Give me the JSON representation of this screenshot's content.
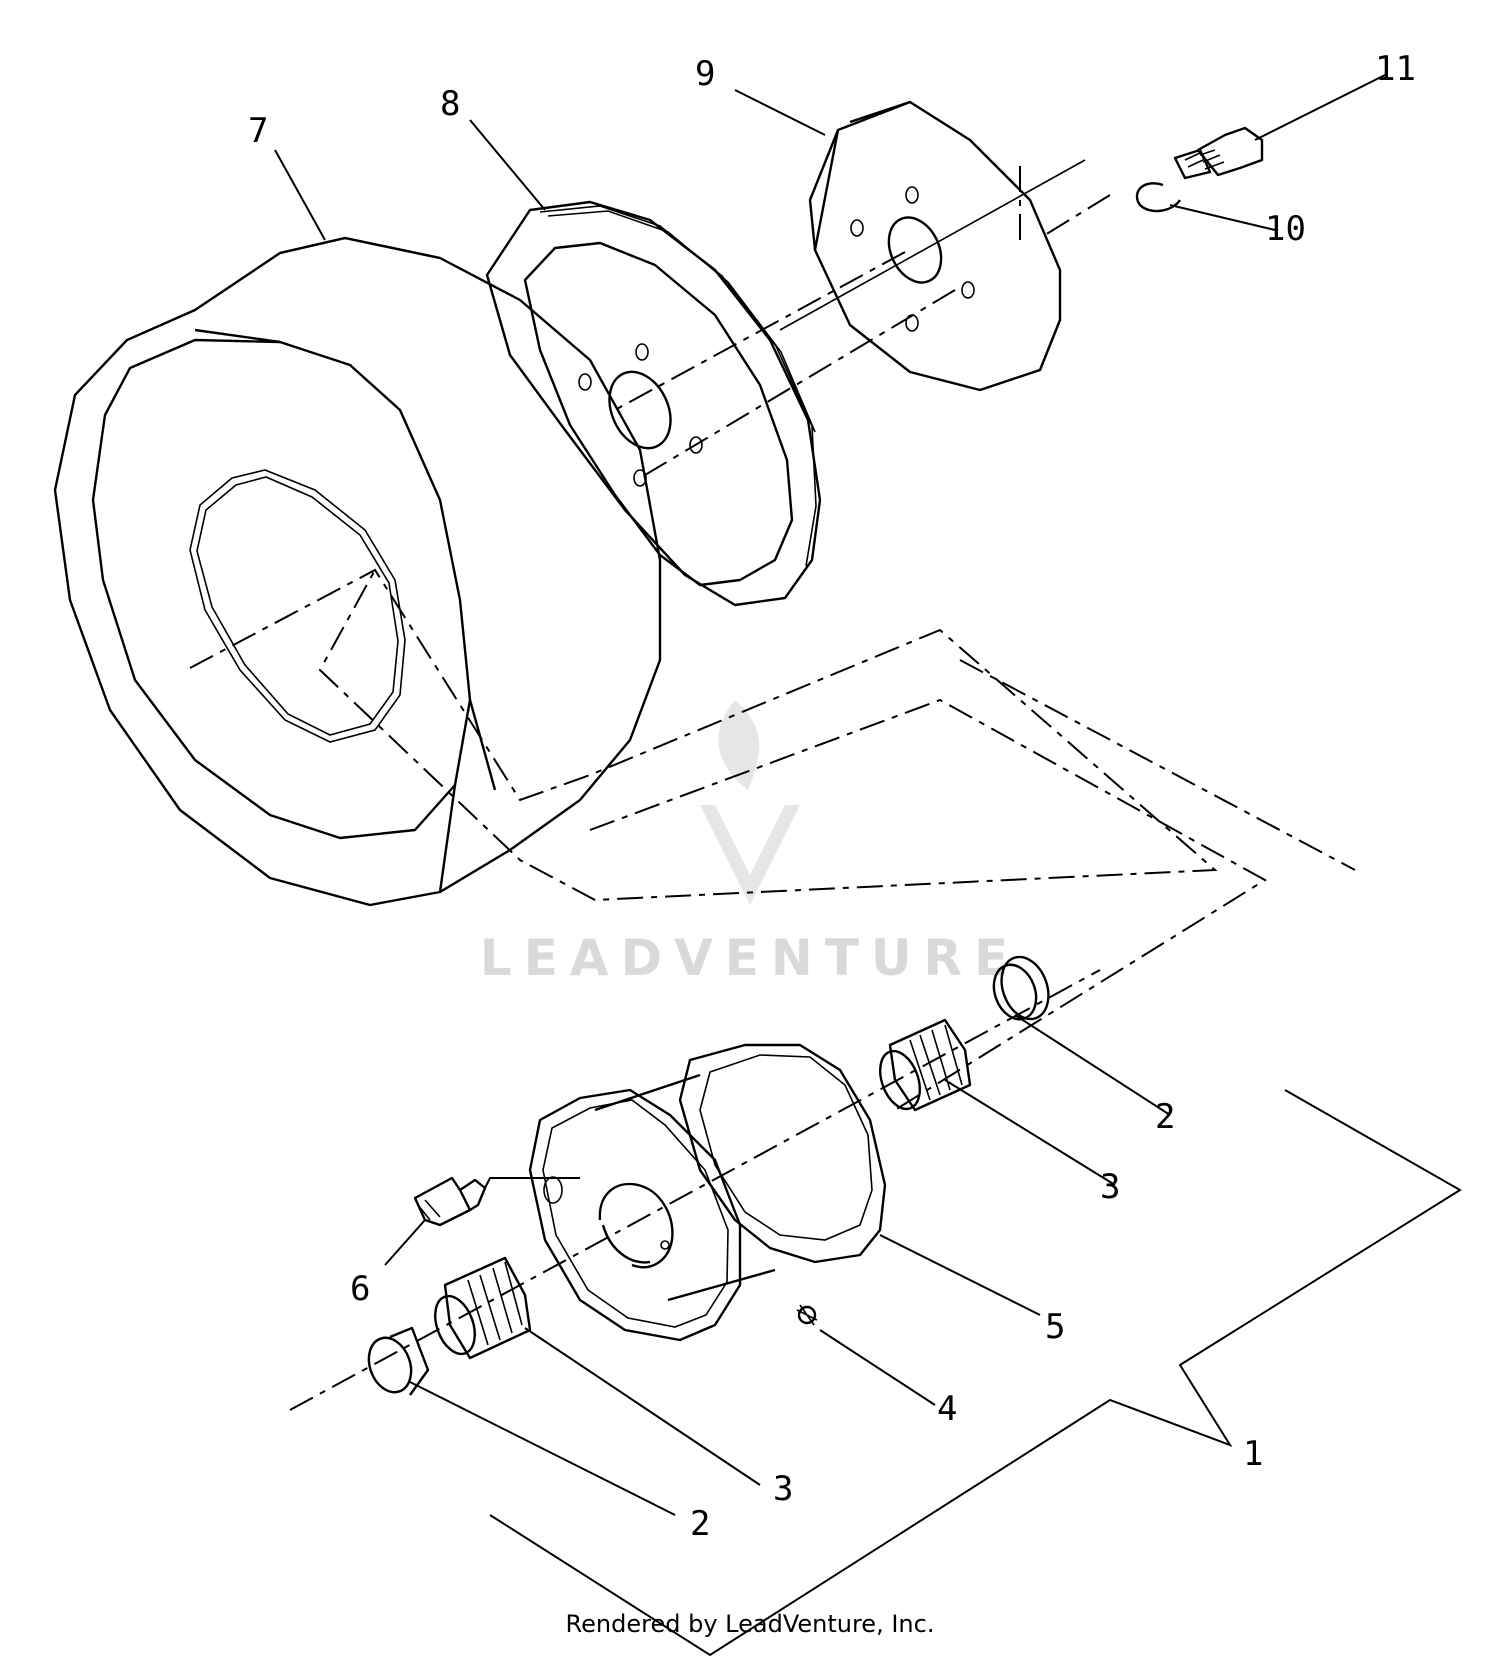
{
  "diagram": {
    "callouts": [
      {
        "id": "c1",
        "label": "1"
      },
      {
        "id": "c2a",
        "label": "2"
      },
      {
        "id": "c2b",
        "label": "2"
      },
      {
        "id": "c3a",
        "label": "3"
      },
      {
        "id": "c3b",
        "label": "3"
      },
      {
        "id": "c4",
        "label": "4"
      },
      {
        "id": "c5",
        "label": "5"
      },
      {
        "id": "c6",
        "label": "6"
      },
      {
        "id": "c7",
        "label": "7"
      },
      {
        "id": "c8",
        "label": "8"
      },
      {
        "id": "c9",
        "label": "9"
      },
      {
        "id": "c10",
        "label": "10"
      },
      {
        "id": "c11",
        "label": "11"
      }
    ]
  },
  "watermark": {
    "text": "LEADVENTURE"
  },
  "footer": {
    "text": "Rendered by LeadVenture, Inc."
  },
  "colors": {
    "line": "#000000",
    "watermark": "#d9d9d9",
    "background": "#ffffff"
  }
}
